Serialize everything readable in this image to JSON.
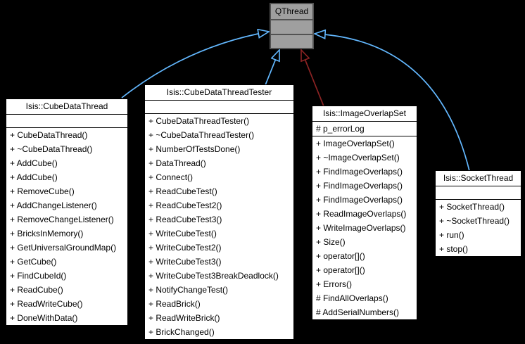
{
  "diagram": {
    "kind": "uml-inheritance-graph",
    "background_color": "#000000",
    "public_inheritance_color": "#63b8ff",
    "protected_inheritance_color": "#8b2323",
    "base_box_fill": "#9f9f9f"
  },
  "classes": {
    "qthread": {
      "title": "QThread",
      "attributes": [],
      "methods": []
    },
    "cube_data_thread": {
      "title": "Isis::CubeDataThread",
      "attributes": [],
      "methods": [
        "+ CubeDataThread()",
        "+ ~CubeDataThread()",
        "+ AddCube()",
        "+ AddCube()",
        "+ RemoveCube()",
        "+ AddChangeListener()",
        "+ RemoveChangeListener()",
        "+ BricksInMemory()",
        "+ GetUniversalGroundMap()",
        "+ GetCube()",
        "+ FindCubeId()",
        "+ ReadCube()",
        "+ ReadWriteCube()",
        "+ DoneWithData()"
      ]
    },
    "cube_data_thread_tester": {
      "title": "Isis::CubeDataThreadTester",
      "attributes": [],
      "methods": [
        "+ CubeDataThreadTester()",
        "+ ~CubeDataThreadTester()",
        "+ NumberOfTestsDone()",
        "+ DataThread()",
        "+ Connect()",
        "+ ReadCubeTest()",
        "+ ReadCubeTest2()",
        "+ ReadCubeTest3()",
        "+ WriteCubeTest()",
        "+ WriteCubeTest2()",
        "+ WriteCubeTest3()",
        "+ WriteCubeTest3BreakDeadlock()",
        "+ NotifyChangeTest()",
        "+ ReadBrick()",
        "+ ReadWriteBrick()",
        "+ BrickChanged()"
      ]
    },
    "image_overlap_set": {
      "title": "Isis::ImageOverlapSet",
      "attributes": [
        "# p_errorLog"
      ],
      "methods": [
        "+ ImageOverlapSet()",
        "+ ~ImageOverlapSet()",
        "+ FindImageOverlaps()",
        "+ FindImageOverlaps()",
        "+ FindImageOverlaps()",
        "+ ReadImageOverlaps()",
        "+ WriteImageOverlaps()",
        "+ Size()",
        "+ operator[]()",
        "+ operator[]()",
        "+ Errors()",
        "# FindAllOverlaps()",
        "# AddSerialNumbers()"
      ]
    },
    "socket_thread": {
      "title": "Isis::SocketThread",
      "attributes": [],
      "methods": [
        "+ SocketThread()",
        "+ ~SocketThread()",
        "+ run()",
        "+ stop()"
      ]
    }
  }
}
